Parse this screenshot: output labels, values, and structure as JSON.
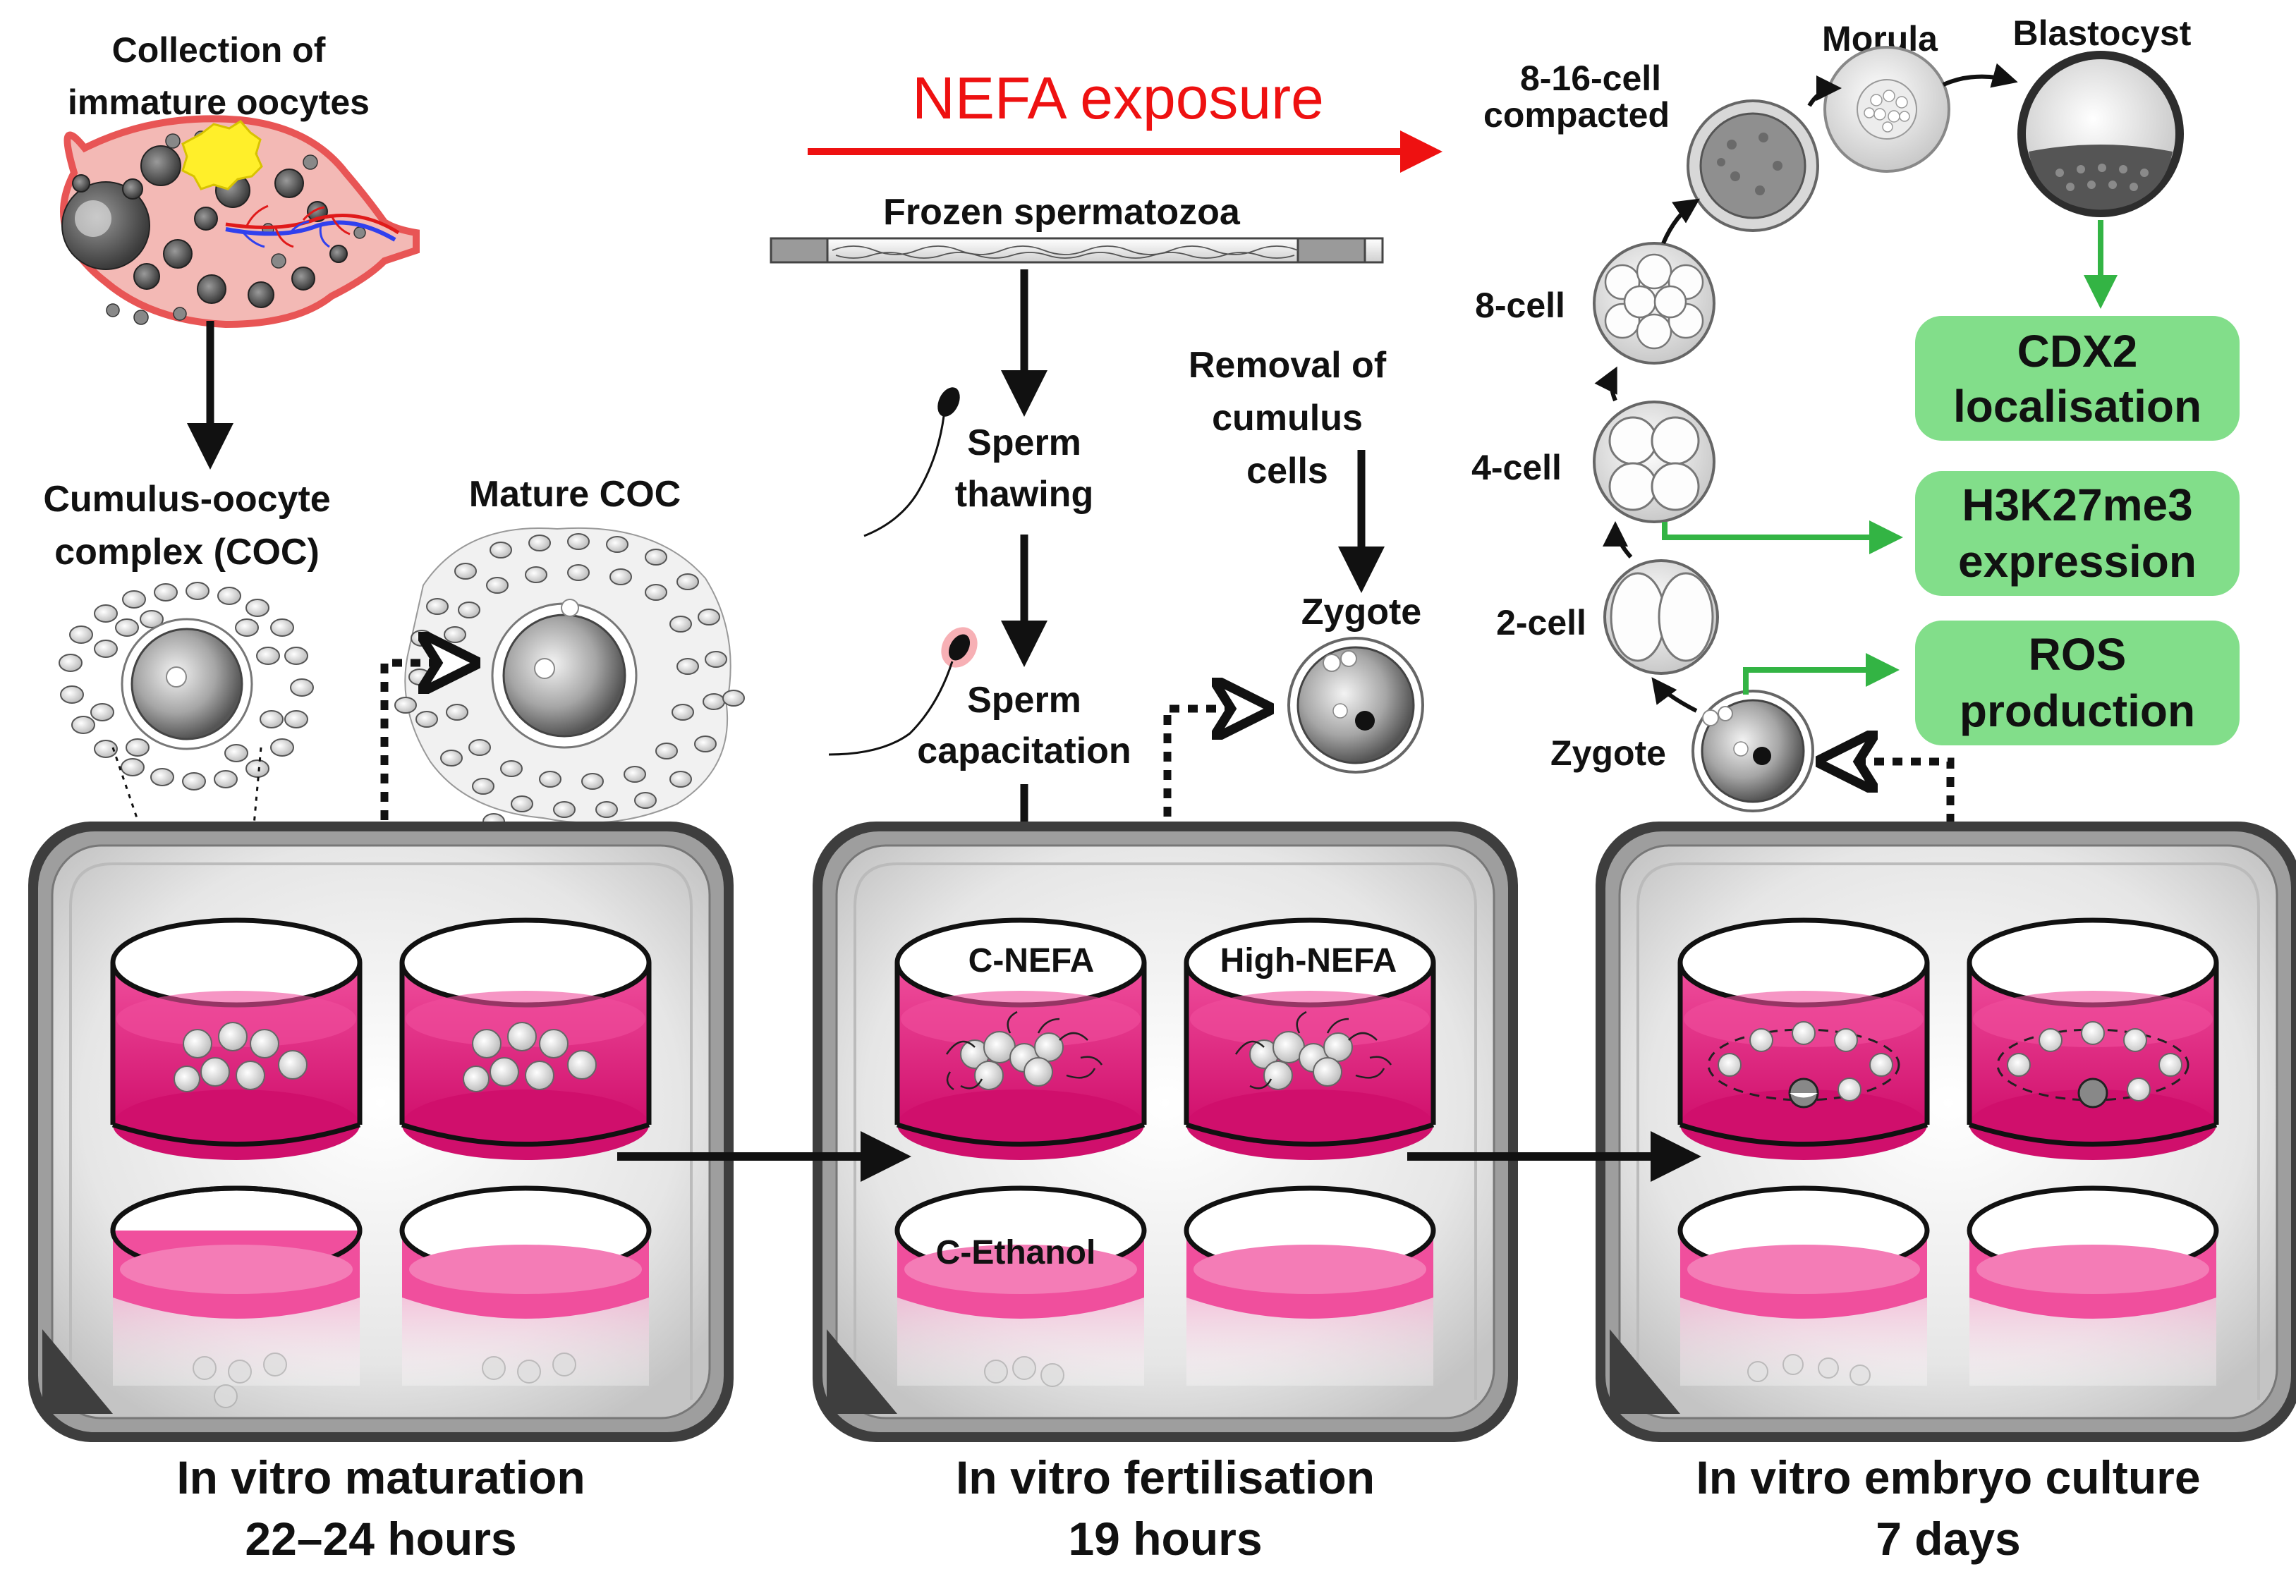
{
  "labels": {
    "collection_l1": "Collection of",
    "collection_l2": "immature oocytes",
    "coc_l1": "Cumulus-oocyte",
    "coc_l2": "complex (COC)",
    "mature_coc": "Mature COC",
    "nefa_exposure": "NEFA exposure",
    "frozen_sperm": "Frozen spermatozoa",
    "sperm_thawing_l1": "Sperm",
    "sperm_thawing_l2": "thawing",
    "sperm_cap_l1": "Sperm",
    "sperm_cap_l2": "capacitation",
    "removal_l1": "Removal of",
    "removal_l2": "cumulus",
    "removal_l3": "cells",
    "zygote_ivf": "Zygote"
  },
  "stages": {
    "s8_16_l1": "8-16-cell",
    "s8_16_l2": "compacted",
    "morula": "Morula",
    "blastocyst": "Blastocyst",
    "s8cell": "8-cell",
    "s4cell": "4-cell",
    "s2cell": "2-cell",
    "zygote": "Zygote"
  },
  "wells": {
    "c_nefa": "C-NEFA",
    "high_nefa": "High-NEFA",
    "c_ethanol": "C-Ethanol"
  },
  "outcomes": {
    "cdx2_l1": "CDX2",
    "cdx2_l2": "localisation",
    "h3k_l1": "H3K27me3",
    "h3k_l2": "expression",
    "ros_l1": "ROS",
    "ros_l2": "production"
  },
  "steps": {
    "ivm_l1": "In vitro maturation",
    "ivm_l2": "22–24 hours",
    "ivf_l1": "In vitro fertilisation",
    "ivf_l2": "19 hours",
    "ivc_l1": "In vitro embryo culture",
    "ivc_l2": "7 days"
  },
  "colors": {
    "nefa_red": "#ee1111",
    "outcome_green": "#82de8a",
    "green_arrow": "#33b444",
    "medium_pink": "#e8127a",
    "ovary_red": "#e85555"
  }
}
